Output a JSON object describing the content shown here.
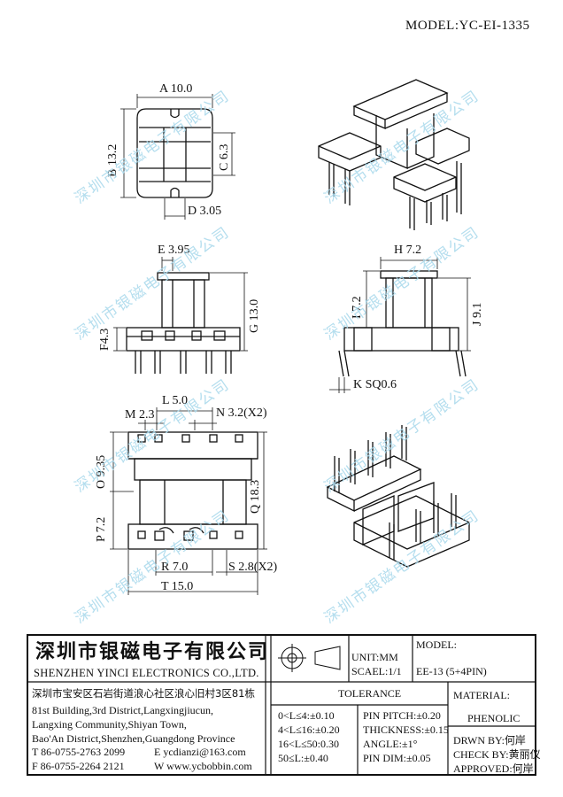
{
  "header": {
    "model_label": "MODEL:YC-EI-1335"
  },
  "dimensions": {
    "A": "A 10.0",
    "B": "B 13.2",
    "C": "C 6.3",
    "D": "D 3.05",
    "E": "E 3.95",
    "F": "F4.3",
    "G": "G 13.0",
    "H": "H 7.2",
    "I": "I 7.2",
    "J": "J 9.1",
    "K": "K SQ0.6",
    "L": "L 5.0",
    "M": "M 2.3",
    "N": "N 3.2(X2)",
    "O": "O 9.35",
    "P": "P 7.2",
    "Q": "Q 18.3",
    "R": "R 7.0",
    "S": "S 2.8(X2)",
    "T": "T 15.0"
  },
  "watermark": {
    "text": "深圳市银磁电子有限公司"
  },
  "title_block": {
    "company_cn": "深圳市银磁电子有限公司",
    "company_en": "SHENZHEN YINCI ELECTRONICS CO.,LTD.",
    "address_lines": [
      "深圳市宝安区石岩街道浪心社区浪心旧村3区81栋",
      "81st Building,3rd District,Langxingjiucun,",
      "Langxing Community,Shiyan Town,",
      "Bao'An District,Shenzhen,Guangdong Province"
    ],
    "tel": "T 86-0755-2763 2099",
    "email": "E ycdianzi@163.com",
    "fax": "F 86-0755-2264 2121",
    "web": "W www.ycbobbin.com",
    "unit": "UNIT:MM",
    "scale": "SCAEL:1/1",
    "model_label": "MODEL:",
    "model_value": "EE-13 (5+4PIN)",
    "tolerance_title": "TOLERANCE",
    "tolerance_rows": [
      "0<L≤4:±0.10",
      "4<L≤16:±0.20",
      "16<L≤50:0.30",
      "50≤L:±0.40"
    ],
    "tolerance_right": [
      "PIN PITCH:±0.20",
      "THICKNESS:±0.15",
      "ANGLE:±1°",
      "PIN DIM:±0.05"
    ],
    "material_label": "MATERIAL:",
    "material_value": "PHENOLIC",
    "drawn_by": "DRWN BY:何岸",
    "check_by": "CHECK BY:黄丽仪",
    "approved": "APPROVED:何岸"
  }
}
